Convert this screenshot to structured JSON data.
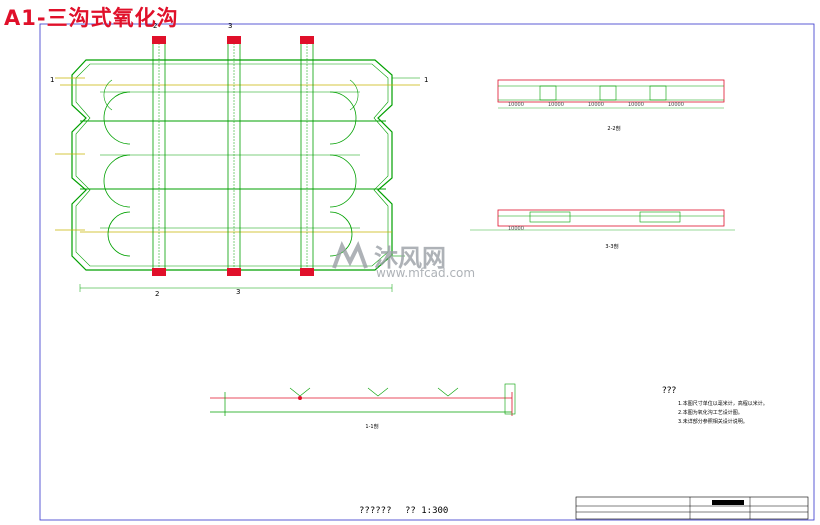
{
  "drawing": {
    "title": "A1-三沟式氧化沟",
    "plan_section_marks": [
      "2",
      "3",
      "1",
      "2",
      "3",
      "1"
    ],
    "section_views": {
      "top_right_label": "2-2剖",
      "middle_right_label": "3-3剖",
      "bottom_label": "1-1剖"
    },
    "dimension_values": [
      "10000",
      "10000",
      "10000",
      "10000",
      "10000",
      "10000"
    ],
    "notes": {
      "heading": "???",
      "items": [
        "1.本图尺寸单位以毫米计，高程以米计。",
        "2.本图为氧化沟工艺设计图。",
        "3.未详部分参照相关设计说明。"
      ]
    },
    "footer": {
      "scale_label": "??????",
      "scale_value": "?? 1:300"
    },
    "watermark": {
      "brand": "沐风网",
      "url": "www.mfcad.com"
    }
  },
  "colors": {
    "outline": "#00a000",
    "accent_red": "#e0102a",
    "line_yellow": "#c8b400",
    "dim_text": "#4a4a4a",
    "frame": "#0000cc"
  }
}
